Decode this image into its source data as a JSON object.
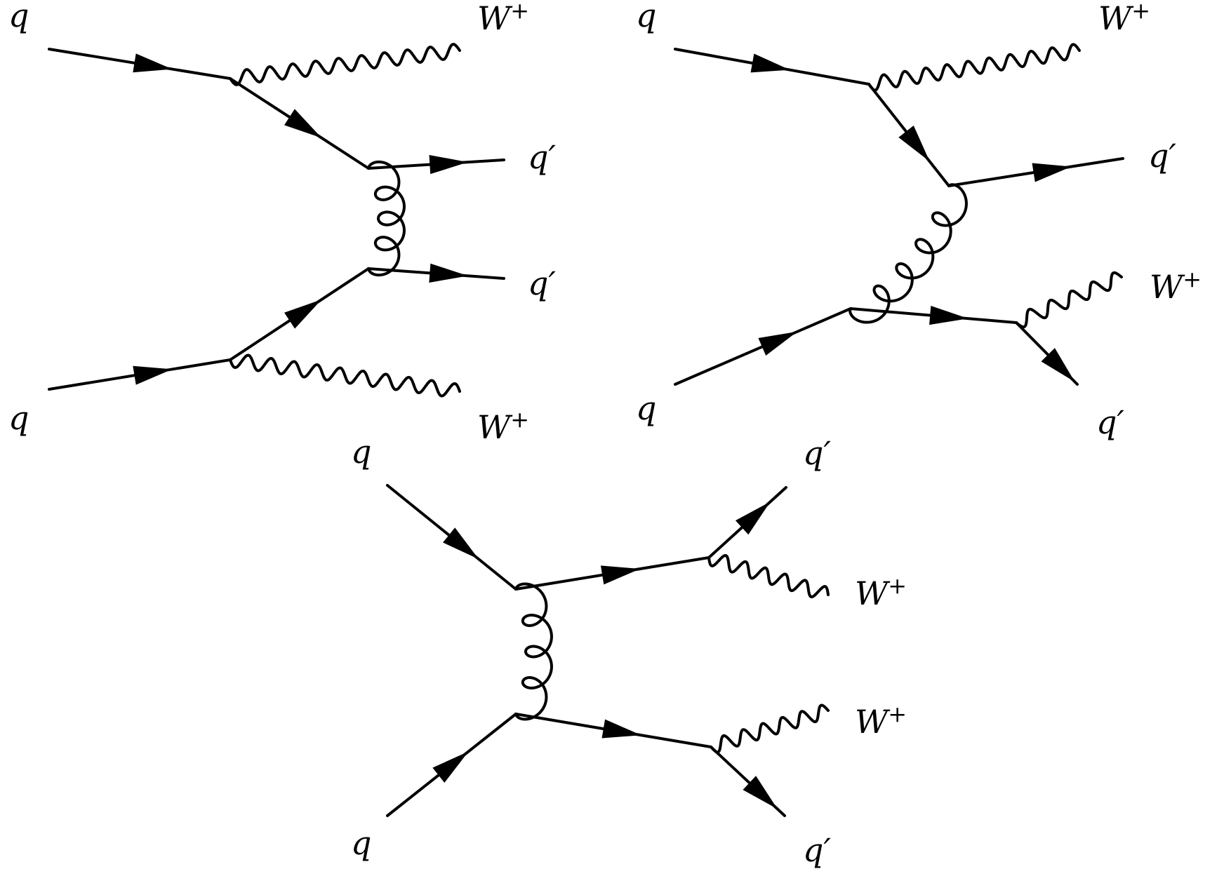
{
  "labels": {
    "quark": "q",
    "quark_out": "q′",
    "boson_base": "W",
    "boson_charge": "+"
  },
  "colors": {
    "ink": "#000000",
    "background": "#ffffff"
  },
  "diagrams": [
    {
      "name": "diagram-1",
      "incoming": [
        "q",
        "q"
      ],
      "outgoing": [
        "W+",
        "q′",
        "q′",
        "W+"
      ],
      "propagator": "gluon"
    },
    {
      "name": "diagram-2",
      "incoming": [
        "q",
        "q"
      ],
      "outgoing": [
        "W+",
        "q′",
        "W+",
        "q′"
      ],
      "propagator": "gluon"
    },
    {
      "name": "diagram-3",
      "incoming": [
        "q",
        "q"
      ],
      "outgoing": [
        "q′",
        "W+",
        "W+",
        "q′"
      ],
      "propagator": "gluon"
    }
  ]
}
